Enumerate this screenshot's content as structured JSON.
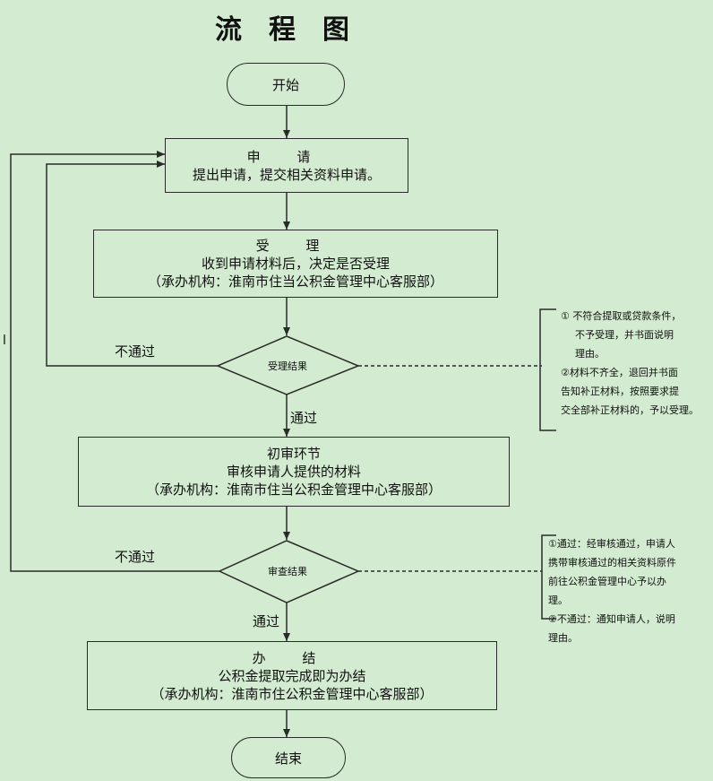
{
  "title": "流程图",
  "nodes": {
    "start": "开始",
    "apply": {
      "title": "申 请",
      "desc": "提出申请，提交相关资料申请。"
    },
    "accept": {
      "title": "受 理",
      "desc": "收到申请材料后，决定是否受理",
      "org": "（承办机构：淮南市住当公积金管理中心客服部）"
    },
    "accept_decision": "受理结果",
    "review": {
      "title": "初审环节",
      "desc": "审核申请人提供的材料",
      "org": "（承办机构：淮南市住当公积金管理中心客服部）"
    },
    "review_decision": "审查结果",
    "finish": {
      "title": "办 结",
      "desc": "公积金提取完成即为办结",
      "org": "（承办机构：淮南市住公积金管理中心客服部）"
    },
    "end": "结束"
  },
  "edges": {
    "accept_fail": "不通过",
    "accept_pass": "通过",
    "review_fail": "不通过",
    "review_pass": "通过"
  },
  "left_mark": "l",
  "notes": {
    "accept": [
      "①  不符合提取或贷款条件，",
      "不予受理，并书面说明",
      "理由。",
      "②材料不齐全，退回并书面",
      "告知补正材料，按照要求提",
      "交全部补正材料的，予以受理。"
    ],
    "review": [
      "①通过：经审核通过，申请人",
      "携带审核通过的相关资料原件",
      "前往公积金管理中心予以办",
      "理。",
      "②不通过：通知申请人，说明",
      "理由。"
    ]
  }
}
